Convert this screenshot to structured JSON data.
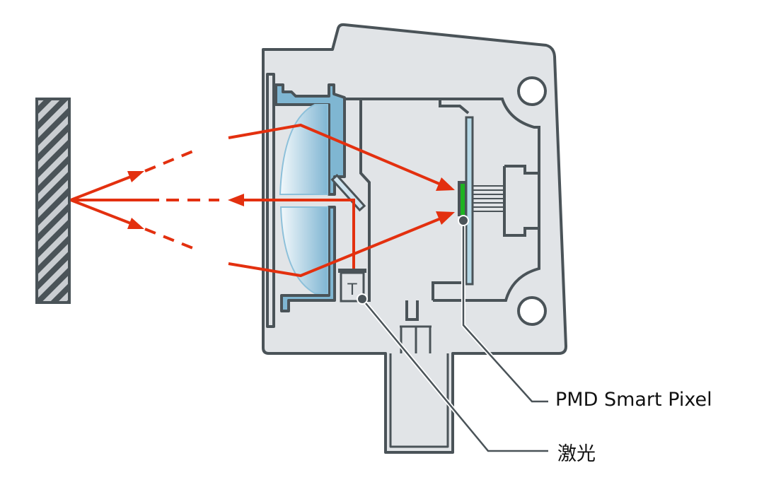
{
  "labels": {
    "sensor": "PMD Smart Pixel",
    "laser": "激光",
    "laser_symbol": "T"
  },
  "colors": {
    "beam": "#e3300f",
    "housing_fill": "#e1e4e7",
    "outline": "#4a5358",
    "lens_blue": "#7fb6d2",
    "pixel_green": "#1db322"
  }
}
